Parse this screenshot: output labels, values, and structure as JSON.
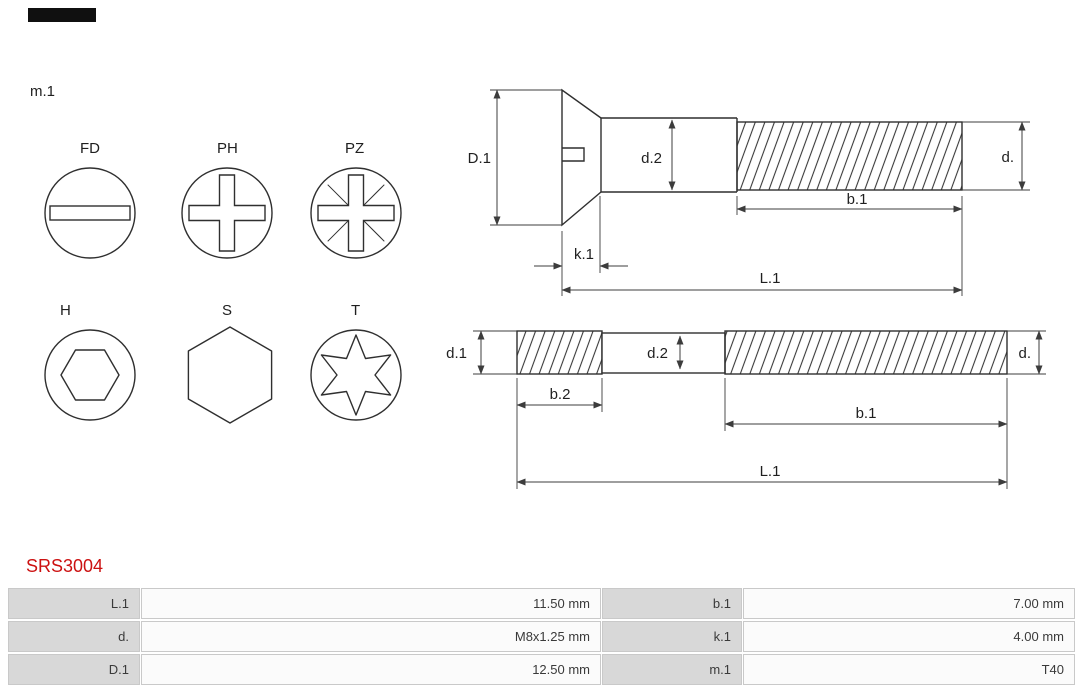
{
  "part_number": "SRS3004",
  "colors": {
    "accent": "#cc1111",
    "line": "#2f2f2f",
    "table_label_bg": "#d8d8d8"
  },
  "head_types": {
    "row1": [
      "FD",
      "PH",
      "PZ"
    ],
    "row2": [
      "H",
      "S",
      "T"
    ]
  },
  "diagram": {
    "m1_label": "m.1",
    "countersunk_screw": {
      "D1": "D.1",
      "d2": "d.2",
      "d": "d.",
      "b1": "b.1",
      "k1": "k.1",
      "L1": "L.1"
    },
    "stud": {
      "d1": "d.1",
      "d2": "d.2",
      "d": "d.",
      "b2": "b.2",
      "b1": "b.1",
      "L1": "L.1"
    }
  },
  "table": {
    "rows": [
      {
        "label1": "L.1",
        "value1": "11.50 mm",
        "label2": "b.1",
        "value2": "7.00 mm"
      },
      {
        "label1": "d.",
        "value1": "M8x1.25 mm",
        "label2": "k.1",
        "value2": "4.00 mm"
      },
      {
        "label1": "D.1",
        "value1": "12.50 mm",
        "label2": "m.1",
        "value2": "T40"
      }
    ]
  }
}
